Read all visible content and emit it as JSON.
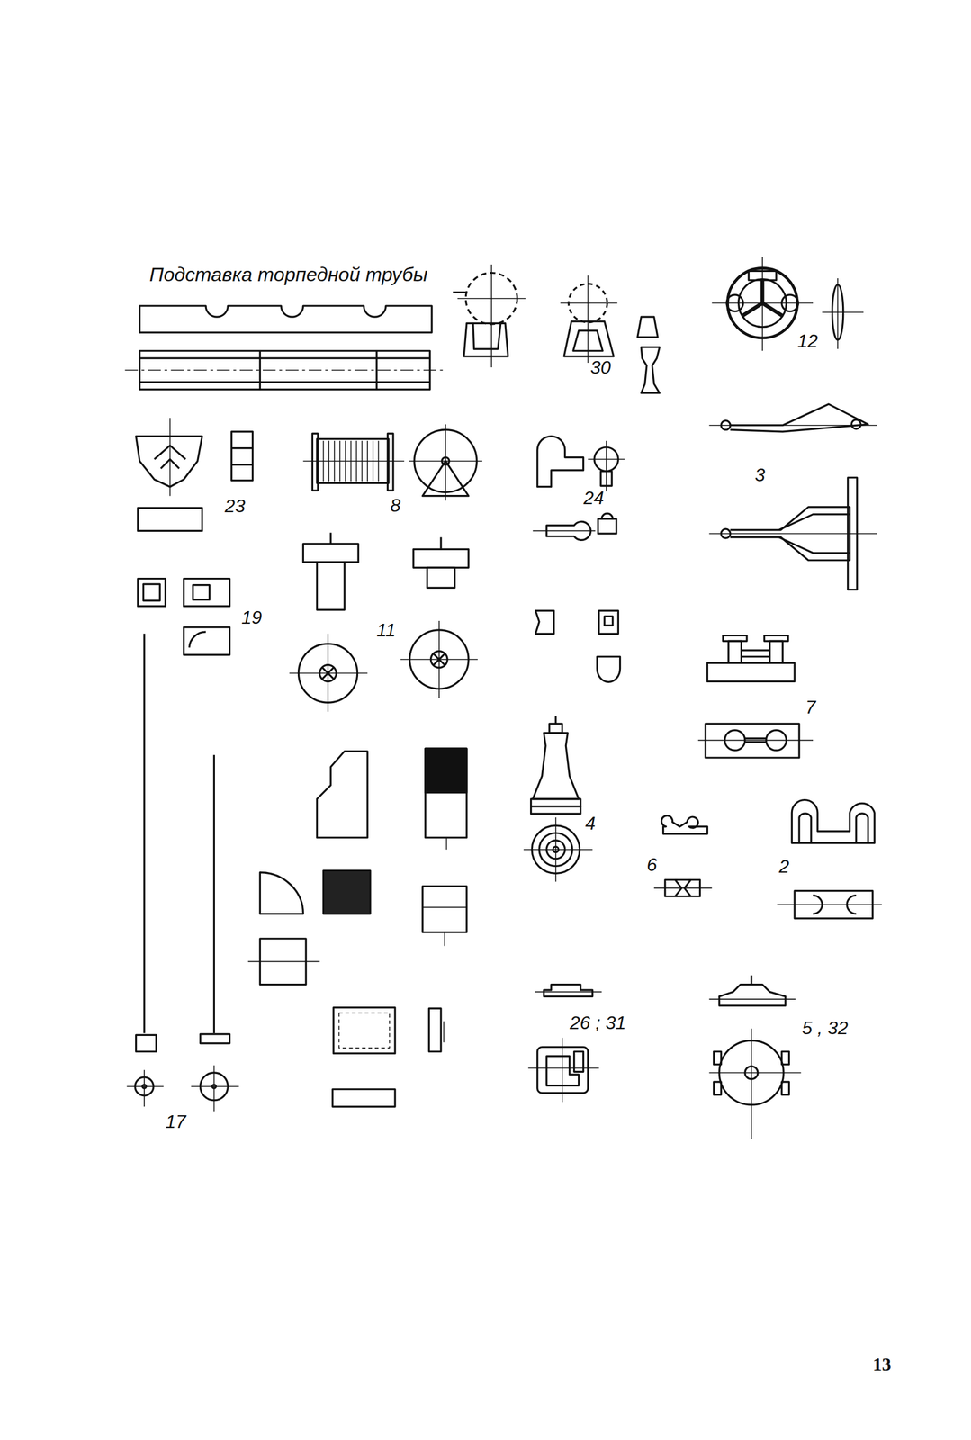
{
  "diagram": {
    "labels": [
      "Подставка торпедной трубы",
      "30",
      "12",
      "23",
      "8",
      "3",
      "24",
      "19",
      "11",
      "7",
      "4",
      "6",
      "2",
      "26 ; 31",
      "5 , 32",
      "17",
      "13"
    ]
  }
}
